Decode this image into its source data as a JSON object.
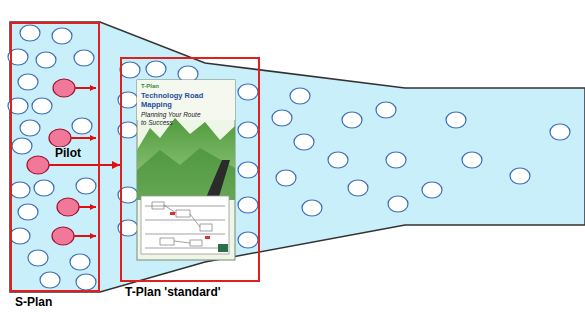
{
  "diagram": {
    "nodes": [
      {
        "text": [
          "S-Plan"
        ]
      },
      {
        "text": [
          "T-Plan 'standard'"
        ]
      },
      {
        "text": [
          "T-Plan",
          "Technology Road Mapping",
          "Planning Your Route to Success"
        ],
        "in": 1
      }
    ],
    "edges": [
      {
        "from": 0,
        "to": 1,
        "arrow": "to",
        "label": "Pilot"
      }
    ]
  }
}
